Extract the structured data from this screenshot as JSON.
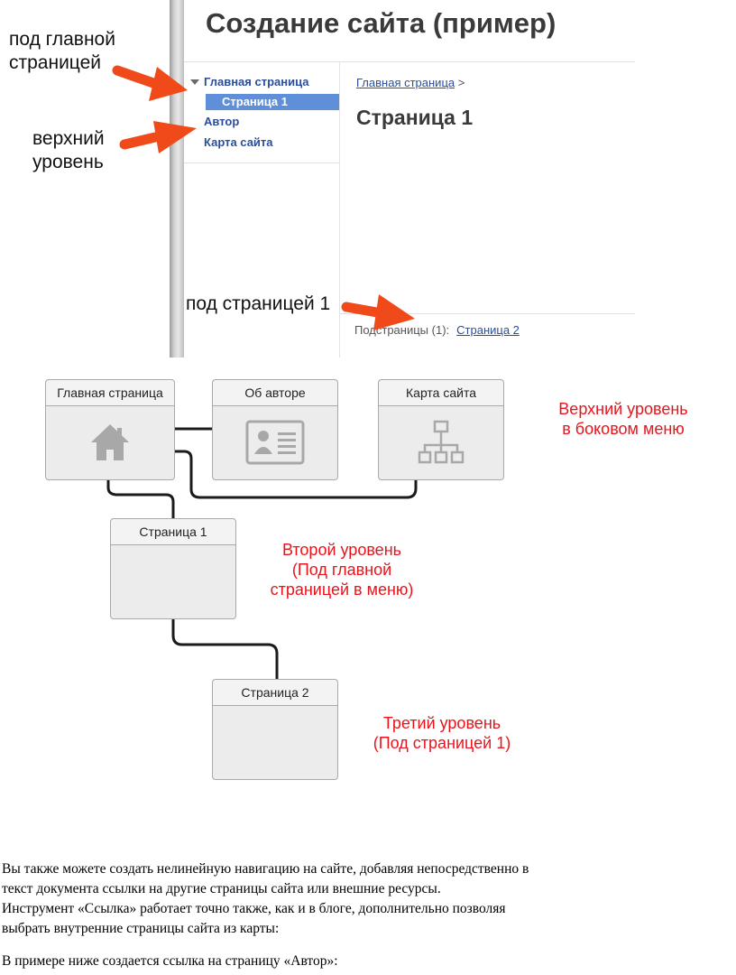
{
  "screenshot": {
    "site_title": "Создание сайта (пример)",
    "nav": {
      "home": "Главная страница",
      "page1": "Страница 1",
      "author": "Автор",
      "sitemap": "Карта сайта"
    },
    "breadcrumb": {
      "link": "Главная страница",
      "separator": ">"
    },
    "page_title": "Страница 1",
    "subpages": {
      "label": "Подстраницы (1):",
      "link": "Страница 2"
    },
    "annotations": {
      "under_home": "под главной\nстраницей",
      "top_level": "верхний\nуровень",
      "under_page1": "под страницей 1"
    }
  },
  "diagram": {
    "boxes": {
      "home": "Главная страница",
      "about": "Об авторе",
      "sitemap": "Карта сайта",
      "page1": "Страница 1",
      "page2": "Страница 2"
    },
    "labels": {
      "top_level": "Верхний уровень\nв боковом меню",
      "second_level": "Второй уровень\n(Под главной\nстраницей в меню)",
      "third_level": "Третий уровень\n(Под страницей 1)"
    },
    "icons": [
      "home-icon",
      "contact-card-icon",
      "sitemap-icon"
    ],
    "colors": {
      "annotation_red": "#e8141c",
      "nav_link": "#2a4e9c",
      "nav_selected_bg": "#5f8fd9"
    }
  },
  "text": {
    "line1": "Вы также можете создать нелинейную навигацию на сайте, добавляя непосредственно в",
    "line2": "текст документа ссылки на другие страницы сайта или внешние ресурсы.",
    "line3": "Инструмент  «Ссылка» работает точно также, как и в блоге, дополнительно позволяя",
    "line4": "выбрать внутренние страницы сайта из карты:",
    "line5": "В примере ниже создается ссылка на страницу «Автор»:"
  }
}
